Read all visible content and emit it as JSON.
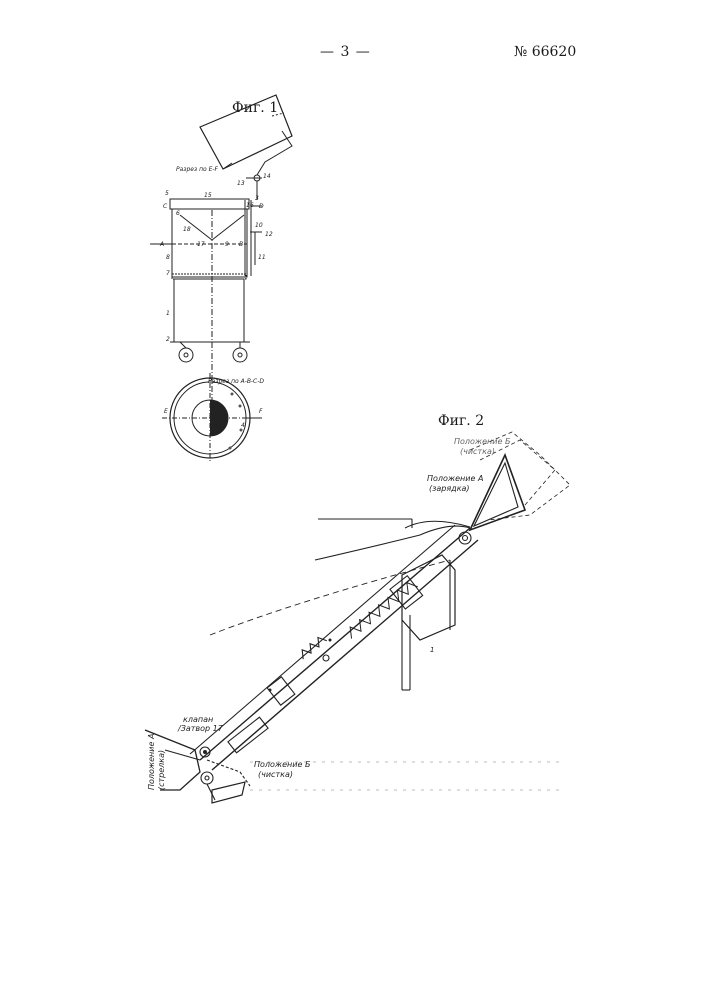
{
  "header": {
    "page_number": "— 3 —",
    "patent_number": "№ 66620"
  },
  "figure1": {
    "caption": "Фиг. 1",
    "section_ef": "Разрез по E-F",
    "section_abcd": "Разрез по A-B-C-D",
    "letters": [
      "A",
      "B",
      "C",
      "D",
      "E",
      "F"
    ],
    "numbers": [
      "1",
      "2",
      "3",
      "4",
      "5",
      "6",
      "7",
      "8",
      "9",
      "10",
      "11",
      "12",
      "13",
      "14",
      "15",
      "16",
      "17",
      "18"
    ]
  },
  "figure2": {
    "caption": "Фиг. 2",
    "position_b_top": "Положение Б",
    "position_b_top_sub": "(чистка)",
    "position_a_top": "Положение А",
    "position_a_top_sub": "(зарядка)",
    "valve": "клапан",
    "valve_sub": "/Затвор 17",
    "position_a_bottom": "Положение А",
    "position_a_bottom_sub": "(стрелка)",
    "position_b_bottom": "Положение Б",
    "position_b_bottom_sub": "(чистка)",
    "part_number": "1"
  }
}
